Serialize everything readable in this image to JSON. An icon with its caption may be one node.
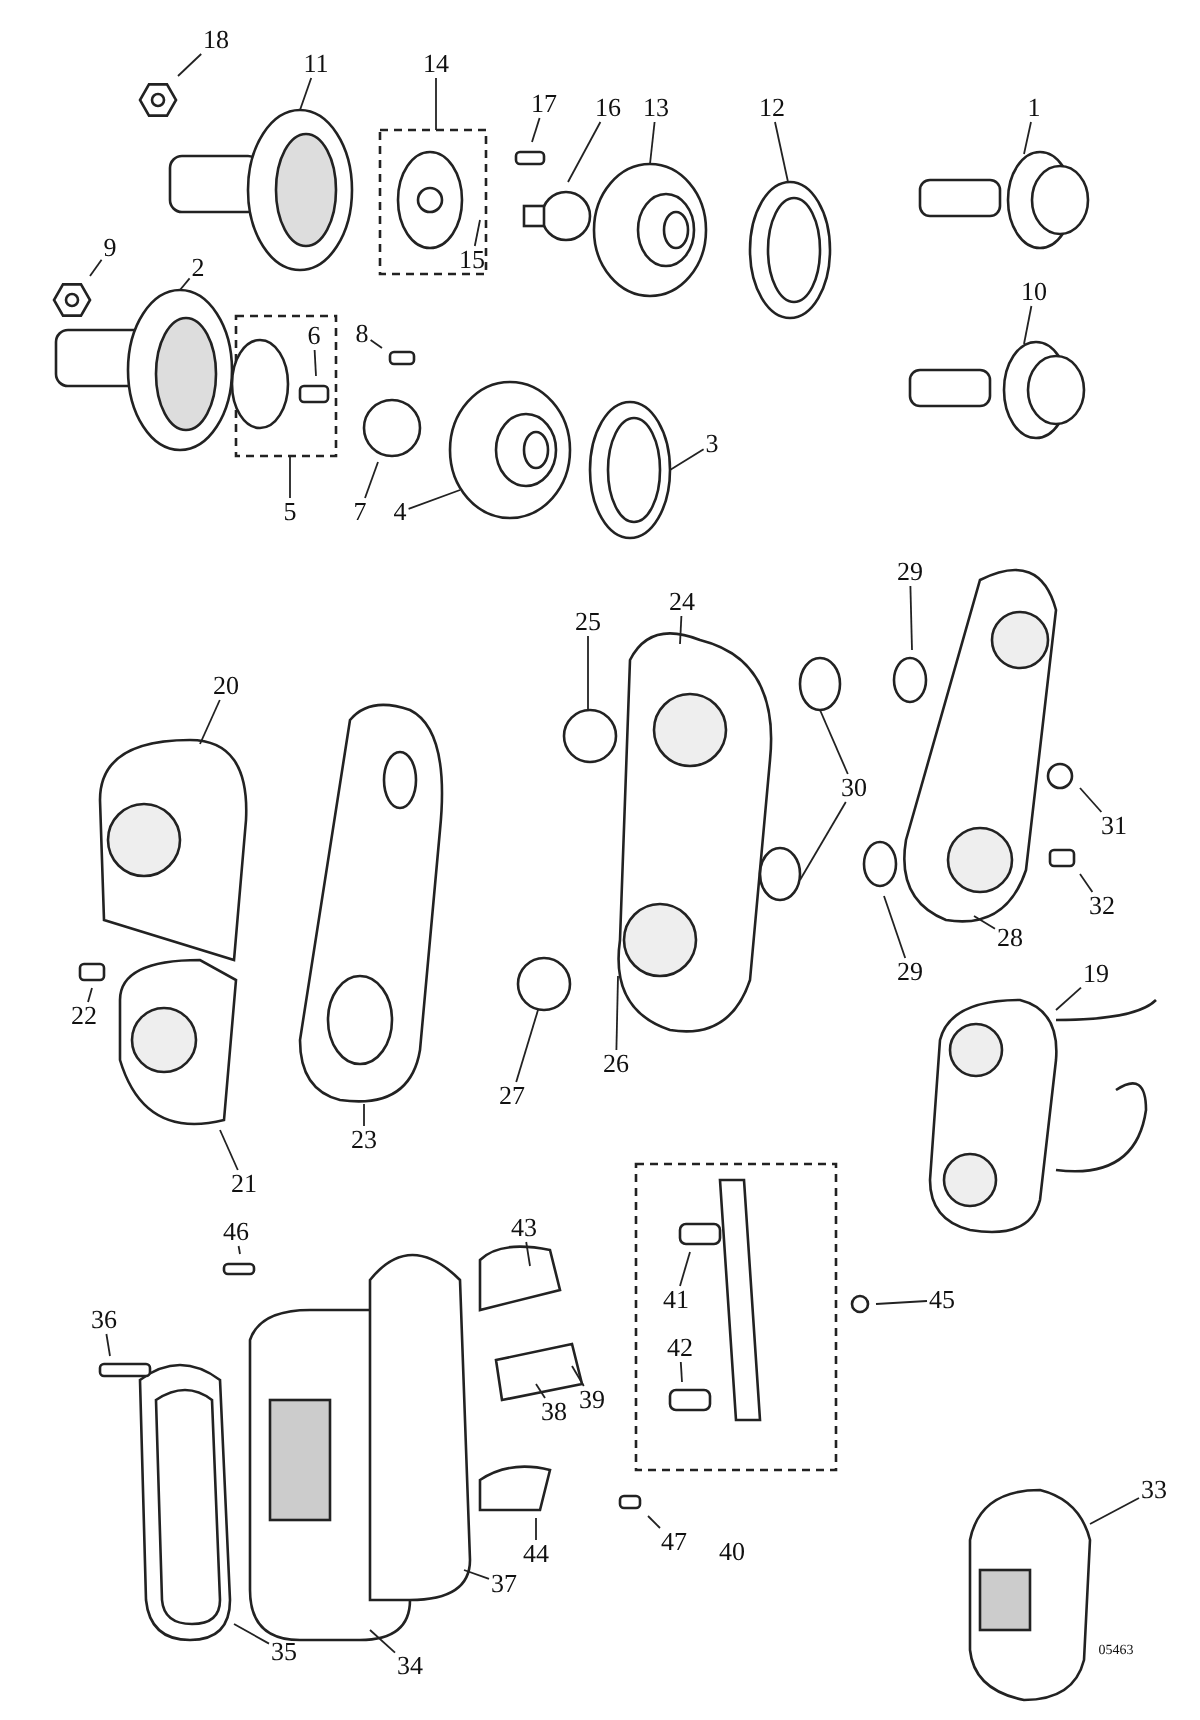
{
  "diagram": {
    "nodes": [
      {
        "text": [
          "18"
        ]
      },
      {
        "text": [
          "11"
        ]
      },
      {
        "text": [
          "14"
        ]
      },
      {
        "text": [
          "17"
        ]
      },
      {
        "text": [
          "16"
        ]
      },
      {
        "text": [
          "13"
        ]
      },
      {
        "text": [
          "12"
        ]
      },
      {
        "text": [
          "1"
        ]
      },
      {
        "text": [
          "15"
        ]
      },
      {
        "text": [
          "9"
        ]
      },
      {
        "text": [
          "2"
        ]
      },
      {
        "text": [
          "10"
        ]
      },
      {
        "text": [
          "8"
        ]
      },
      {
        "text": [
          "6"
        ]
      },
      {
        "text": [
          "3"
        ]
      },
      {
        "text": [
          "5"
        ]
      },
      {
        "text": [
          "7"
        ]
      },
      {
        "text": [
          "4"
        ]
      },
      {
        "text": [
          "29"
        ]
      },
      {
        "text": [
          "24"
        ]
      },
      {
        "text": [
          "25"
        ]
      },
      {
        "text": [
          "20"
        ]
      },
      {
        "text": [
          "30"
        ]
      },
      {
        "text": [
          "31"
        ]
      },
      {
        "text": [
          "32"
        ]
      },
      {
        "text": [
          "28"
        ]
      },
      {
        "text": [
          "29"
        ]
      },
      {
        "text": [
          "19"
        ]
      },
      {
        "text": [
          "22"
        ]
      },
      {
        "text": [
          "26"
        ]
      },
      {
        "text": [
          "27"
        ]
      },
      {
        "text": [
          "23"
        ]
      },
      {
        "text": [
          "21"
        ]
      },
      {
        "text": [
          "43"
        ]
      },
      {
        "text": [
          "46"
        ]
      },
      {
        "text": [
          "41"
        ]
      },
      {
        "text": [
          "45"
        ]
      },
      {
        "text": [
          "36"
        ]
      },
      {
        "text": [
          "42"
        ]
      },
      {
        "text": [
          "39"
        ]
      },
      {
        "text": [
          "38"
        ]
      },
      {
        "text": [
          "33"
        ]
      },
      {
        "text": [
          "47"
        ]
      },
      {
        "text": [
          "44"
        ]
      },
      {
        "text": [
          "37"
        ]
      },
      {
        "text": [
          "35"
        ]
      },
      {
        "text": [
          "34"
        ]
      }
    ],
    "edges": [
      {
        "from": 0,
        "to": null,
        "arrow": "none"
      },
      {
        "from": 1,
        "to": null,
        "arrow": "none"
      },
      {
        "from": 2,
        "to": null,
        "arrow": "none"
      },
      {
        "from": 3,
        "to": null,
        "arrow": "none"
      },
      {
        "from": 4,
        "to": null,
        "arrow": "none"
      },
      {
        "from": 5,
        "to": null,
        "arrow": "none"
      },
      {
        "from": 6,
        "to": null,
        "arrow": "none"
      },
      {
        "from": 7,
        "to": null,
        "arrow": "none"
      },
      {
        "from": 8,
        "to": null,
        "arrow": "none"
      },
      {
        "from": 9,
        "to": null,
        "arrow": "none"
      },
      {
        "from": 10,
        "to": null,
        "arrow": "none"
      },
      {
        "from": 11,
        "to": null,
        "arrow": "none"
      },
      {
        "from": 12,
        "to": null,
        "arrow": "none"
      },
      {
        "from": 13,
        "to": null,
        "arrow": "none"
      },
      {
        "from": 14,
        "to": null,
        "arrow": "none"
      },
      {
        "from": 15,
        "to": null,
        "arrow": "none"
      },
      {
        "from": 16,
        "to": null,
        "arrow": "none"
      },
      {
        "from": 17,
        "to": null,
        "arrow": "none"
      },
      {
        "from": 18,
        "to": null,
        "arrow": "none"
      },
      {
        "from": 19,
        "to": null,
        "arrow": "none"
      },
      {
        "from": 20,
        "to": null,
        "arrow": "none"
      },
      {
        "from": 21,
        "to": null,
        "arrow": "none"
      },
      {
        "from": 22,
        "to": null,
        "arrow": "none"
      },
      {
        "from": 22,
        "to": null,
        "arrow": "none"
      },
      {
        "from": 23,
        "to": null,
        "arrow": "none"
      },
      {
        "from": 24,
        "to": null,
        "arrow": "none"
      },
      {
        "from": 25,
        "to": null,
        "arrow": "none"
      },
      {
        "from": 26,
        "to": null,
        "arrow": "none"
      },
      {
        "from": 27,
        "to": null,
        "arrow": "none"
      },
      {
        "from": 28,
        "to": null,
        "arrow": "none"
      },
      {
        "from": 29,
        "to": null,
        "arrow": "none"
      },
      {
        "from": 30,
        "to": null,
        "arrow": "none"
      },
      {
        "from": 31,
        "to": null,
        "arrow": "none"
      },
      {
        "from": 32,
        "to": null,
        "arrow": "none"
      },
      {
        "from": 33,
        "to": null,
        "arrow": "none"
      },
      {
        "from": 34,
        "to": null,
        "arrow": "none"
      },
      {
        "from": 35,
        "to": null,
        "arrow": "none"
      },
      {
        "from": 36,
        "to": null,
        "arrow": "none"
      },
      {
        "from": 37,
        "to": null,
        "arrow": "none"
      },
      {
        "from": 38,
        "to": null,
        "arrow": "none"
      },
      {
        "from": 39,
        "to": null,
        "arrow": "none"
      },
      {
        "from": 40,
        "to": null,
        "arrow": "none"
      },
      {
        "from": 41,
        "to": null,
        "arrow": "none"
      },
      {
        "from": 42,
        "to": null,
        "arrow": "none"
      },
      {
        "from": 43,
        "to": null,
        "arrow": "none"
      },
      {
        "from": 44,
        "to": null,
        "arrow": "none"
      },
      {
        "from": 45,
        "to": null,
        "arrow": "none"
      },
      {
        "from": 46,
        "to": null,
        "arrow": "none"
      }
    ],
    "labels": [
      "40",
      "05463"
    ]
  }
}
